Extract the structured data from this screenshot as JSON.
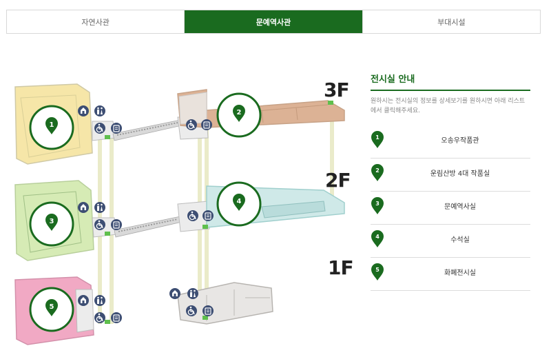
{
  "tabs": [
    {
      "label": "자연사관",
      "active": false
    },
    {
      "label": "문예역사관",
      "active": true
    },
    {
      "label": "부대시설",
      "active": false
    }
  ],
  "floors": [
    "3F",
    "2F",
    "1F"
  ],
  "map": {
    "markers": [
      "1",
      "2",
      "3",
      "4",
      "5"
    ]
  },
  "panel": {
    "title": "전시실 안내",
    "description": "원하시는 전시실의 정보를 상세보기를 원하시면 아래 리스트에서 클릭해주세요.",
    "rooms": [
      {
        "number": "1",
        "name": "오송우작품관"
      },
      {
        "number": "2",
        "name": "운림산방 4대 작품실"
      },
      {
        "number": "3",
        "name": "문예역사실"
      },
      {
        "number": "4",
        "name": "수석실"
      },
      {
        "number": "5",
        "name": "화폐전시실"
      }
    ]
  },
  "colors": {
    "accent": "#1a6b1f",
    "facility_icon": "#3d4e73",
    "room1": "#f6e6a8",
    "room2": "#dcb295",
    "room3": "#d6ebb5",
    "room4": "#cfe9e8",
    "room5": "#f1a9c4"
  },
  "icons": [
    "elevator-icon",
    "restroom-icon",
    "wheelchair-icon",
    "accessible-restroom-icon",
    "location-pin-icon"
  ]
}
